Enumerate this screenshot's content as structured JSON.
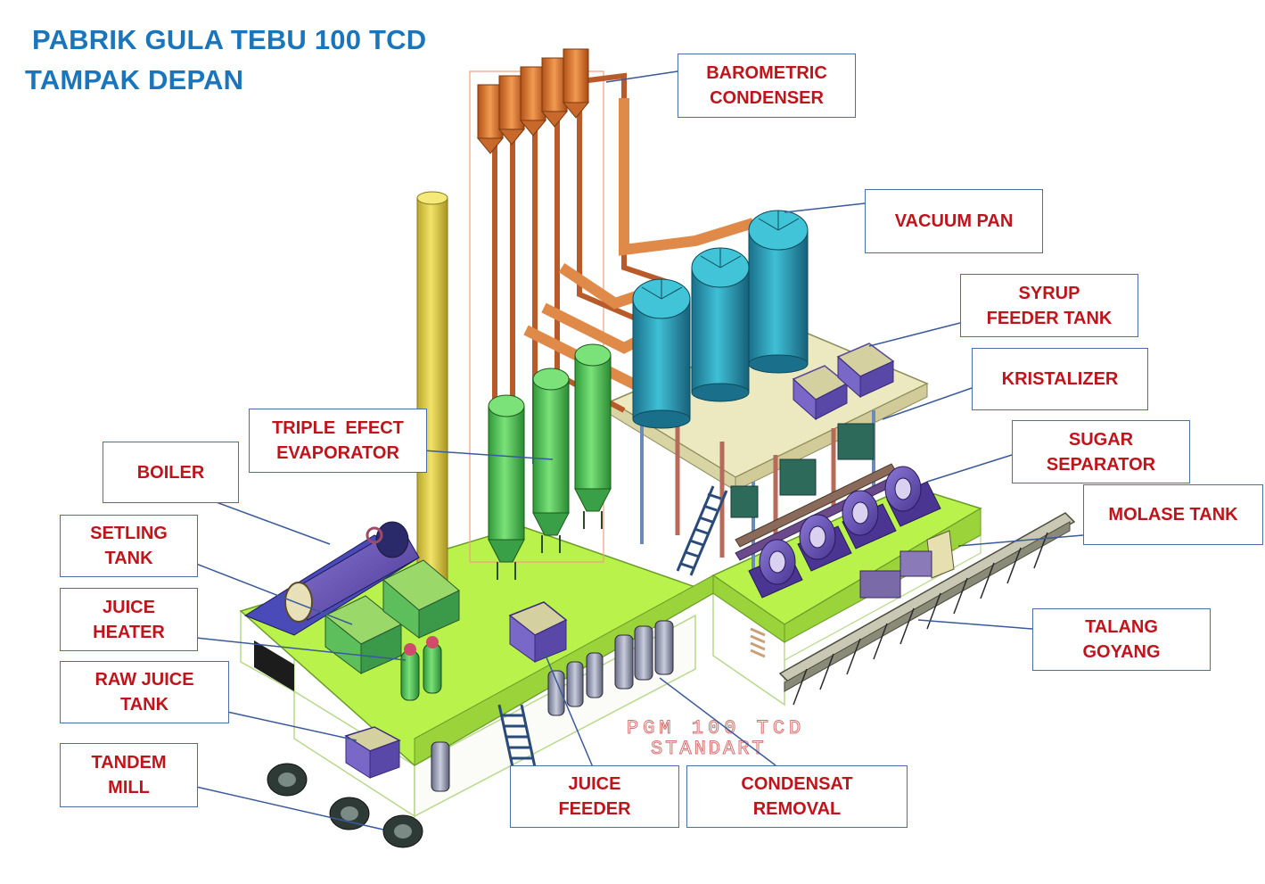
{
  "title": {
    "line1": "PABRIK GULA TEBU 100 TCD",
    "line2": "TAMPAK DEPAN"
  },
  "watermark": {
    "line1": "PGM 100 TCD",
    "line2": "STANDART"
  },
  "labels": {
    "barometric_condenser": [
      "BAROMETRIC",
      "CONDENSER"
    ],
    "vacuum_pan": [
      "VACUUM PAN"
    ],
    "syrup_feeder_tank": [
      "SYRUP",
      "FEEDER TANK"
    ],
    "kristalizer": [
      "KRISTALIZER"
    ],
    "sugar_separator": [
      "SUGAR",
      "SEPARATOR"
    ],
    "molase_tank": [
      "MOLASE TANK"
    ],
    "talang_goyang": [
      "TALANG",
      "GOYANG"
    ],
    "triple_efect_evaporator": [
      "TRIPLE  EFECT",
      "EVAPORATOR"
    ],
    "boiler": [
      "BOILER"
    ],
    "setling_tank": [
      "SETLING",
      "TANK"
    ],
    "juice_heater": [
      "JUICE",
      "HEATER"
    ],
    "raw_juice_tank": [
      "RAW JUICE",
      "TANK"
    ],
    "tandem_mill": [
      "TANDEM",
      "MILL"
    ],
    "juice_feeder": [
      "JUICE",
      "FEEDER"
    ],
    "condensat_removal": [
      "CONDENSAT",
      "REMOVAL"
    ]
  },
  "colors": {
    "title": "#1b75bb",
    "label_text": "#c0141c",
    "label_border": "#4a6fa8",
    "floor": "#b8f24a",
    "upper_deck": "#ece8c0",
    "evaporator": "#5ccf5c",
    "vacuum_pan": "#2e9fb8",
    "condenser": "#e07a2e",
    "chimney": "#e3d04a",
    "tank_purple": "#6a4fb8",
    "leader_line": "#3a5a9a"
  }
}
